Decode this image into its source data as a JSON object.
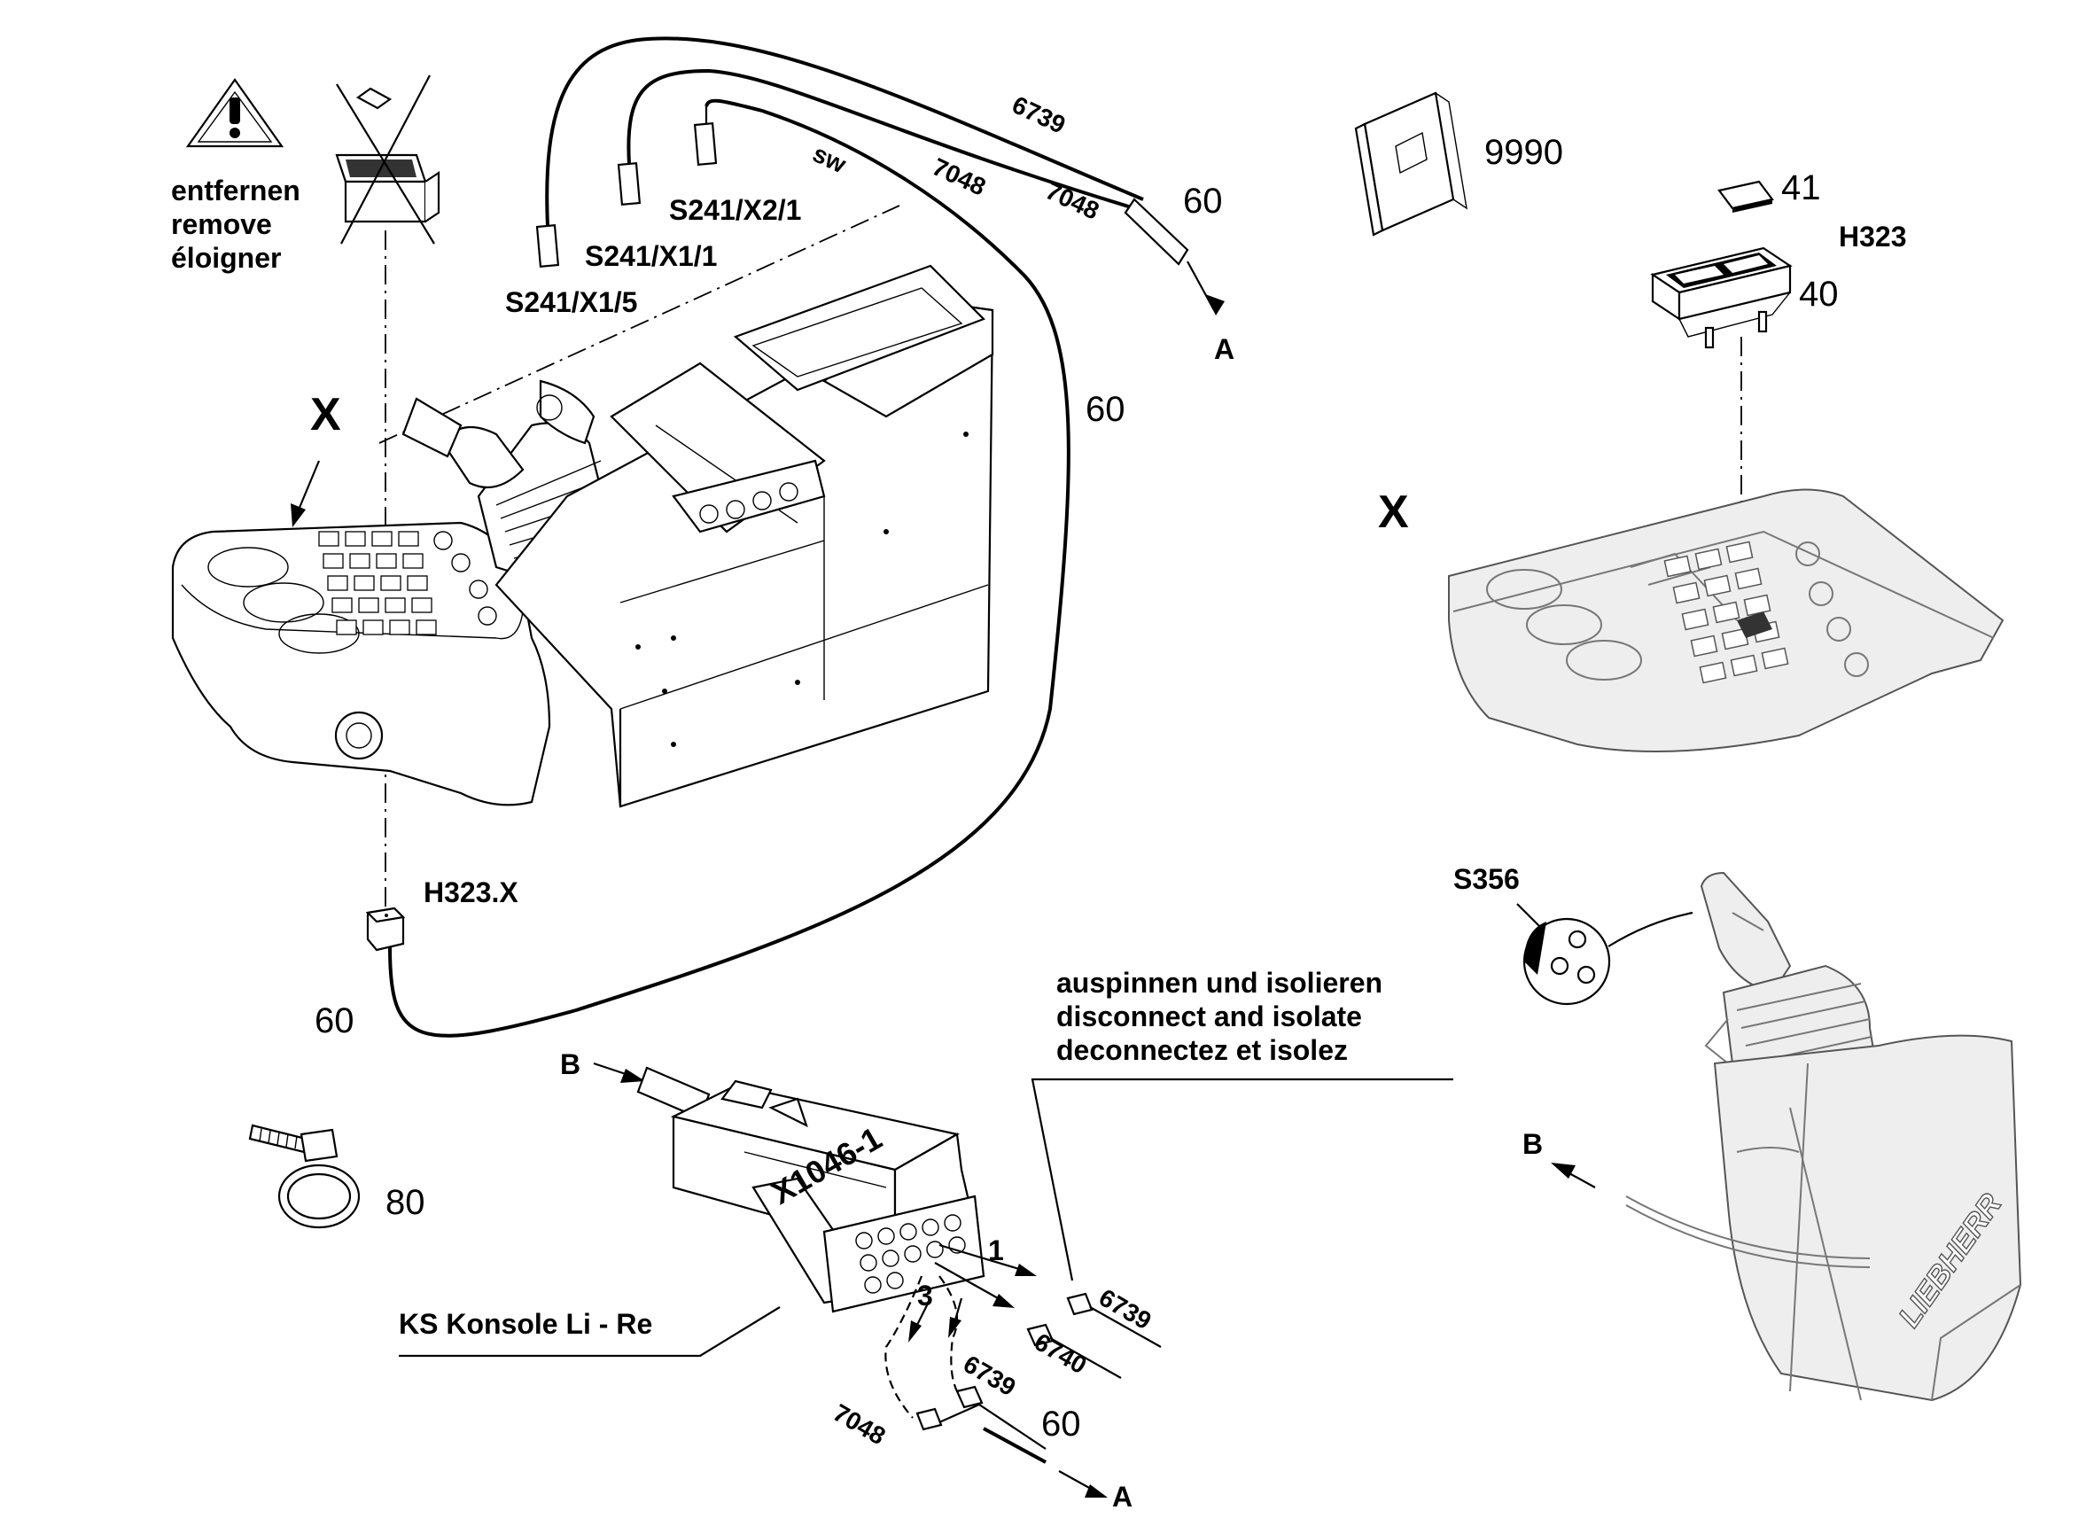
{
  "labels": {
    "remove_de": "entfernen",
    "remove_en": "remove",
    "remove_fr": "éloigner",
    "x_left": "X",
    "x_right": "X",
    "s241_x1_5": "S241/X1/5",
    "s241_x1_1": "S241/X1/1",
    "s241_x2_1": "S241/X2/1",
    "sw": "sw",
    "w7048_a": "7048",
    "w7048_b": "7048",
    "w6739_top": "6739",
    "n60_top": "60",
    "n60_mid": "60",
    "n60_left": "60",
    "n60_bottom": "60",
    "arrow_a_top": "A",
    "arrow_a_bottom": "A",
    "arrow_b_left": "B",
    "arrow_b_right": "B",
    "n9990": "9990",
    "n41": "41",
    "h323": "H323",
    "n40": "40",
    "h323x": "H323.X",
    "s356": "S356",
    "isolate_de": "auspinnen und isolieren",
    "isolate_en": "disconnect and isolate",
    "isolate_fr": "deconnectez et isolez",
    "x1046": "X1046-1",
    "n80": "80",
    "ks_console": "KS Konsole Li - Re",
    "pin1": "1",
    "pin3": "3",
    "w6739_r": "6739",
    "w6740": "6740",
    "w6739_b": "6739",
    "w7048_c": "7048",
    "liebherr": "LIEBHERR"
  }
}
